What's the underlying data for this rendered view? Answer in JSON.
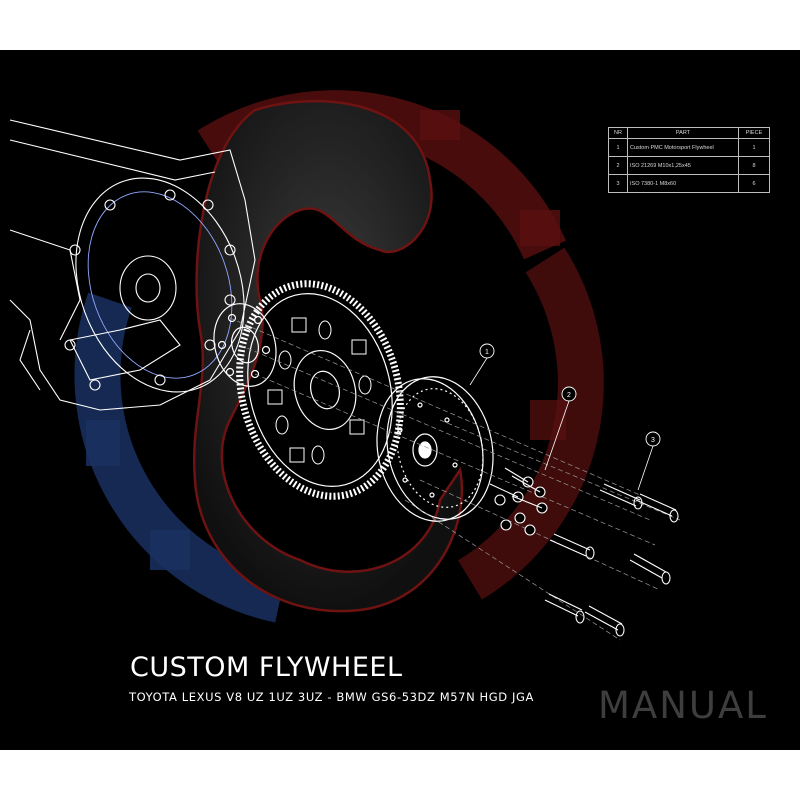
{
  "title": "CUSTOM FLYWHEEL",
  "subtitle": "TOYOTA LEXUS V8 UZ 1UZ 3UZ - BMW GS6-53DZ M57N HGD JGA",
  "watermark": "MANUAL",
  "callouts": [
    "1",
    "2",
    "3"
  ],
  "parts_table": {
    "headers": [
      "NR",
      "PART",
      "PIECE"
    ],
    "rows": [
      {
        "nr": "1",
        "part": "Custom PMC Motorsport Flywheel",
        "piece": "1"
      },
      {
        "nr": "2",
        "part": "ISO 21269 M10x1,25x45",
        "piece": "8"
      },
      {
        "nr": "3",
        "part": "ISO 7380-1 M8x60",
        "piece": "6"
      }
    ]
  },
  "colors": {
    "background": "#000000",
    "line": "#ffffff",
    "logo_red": "#6e1212",
    "logo_blue": "#152a55",
    "watermark": "#3e3e3e"
  }
}
